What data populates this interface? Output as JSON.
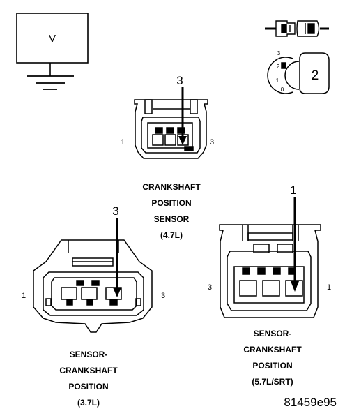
{
  "voltmeter": {
    "symbol": "V"
  },
  "ignition_switch": {
    "positions": [
      "3",
      "2",
      "1",
      "0"
    ],
    "key_position": "2"
  },
  "connectors": [
    {
      "id": "4.7L",
      "label_lines": [
        "CRANKSHAFT",
        "POSITION",
        "SENSOR",
        "(4.7L)"
      ],
      "pin_left": "1",
      "pin_right": "3",
      "probe_pin": "3"
    },
    {
      "id": "3.7L",
      "label_lines": [
        "SENSOR-",
        "CRANKSHAFT",
        "POSITION",
        "(3.7L)"
      ],
      "pin_left": "1",
      "pin_right": "3",
      "probe_pin": "3"
    },
    {
      "id": "5.7L/SRT",
      "label_lines": [
        "SENSOR-",
        "CRANKSHAFT",
        "POSITION",
        "(5.7L/SRT)"
      ],
      "pin_left": "3",
      "pin_right": "1",
      "probe_pin": "1"
    }
  ],
  "figure_number": "81459e95"
}
